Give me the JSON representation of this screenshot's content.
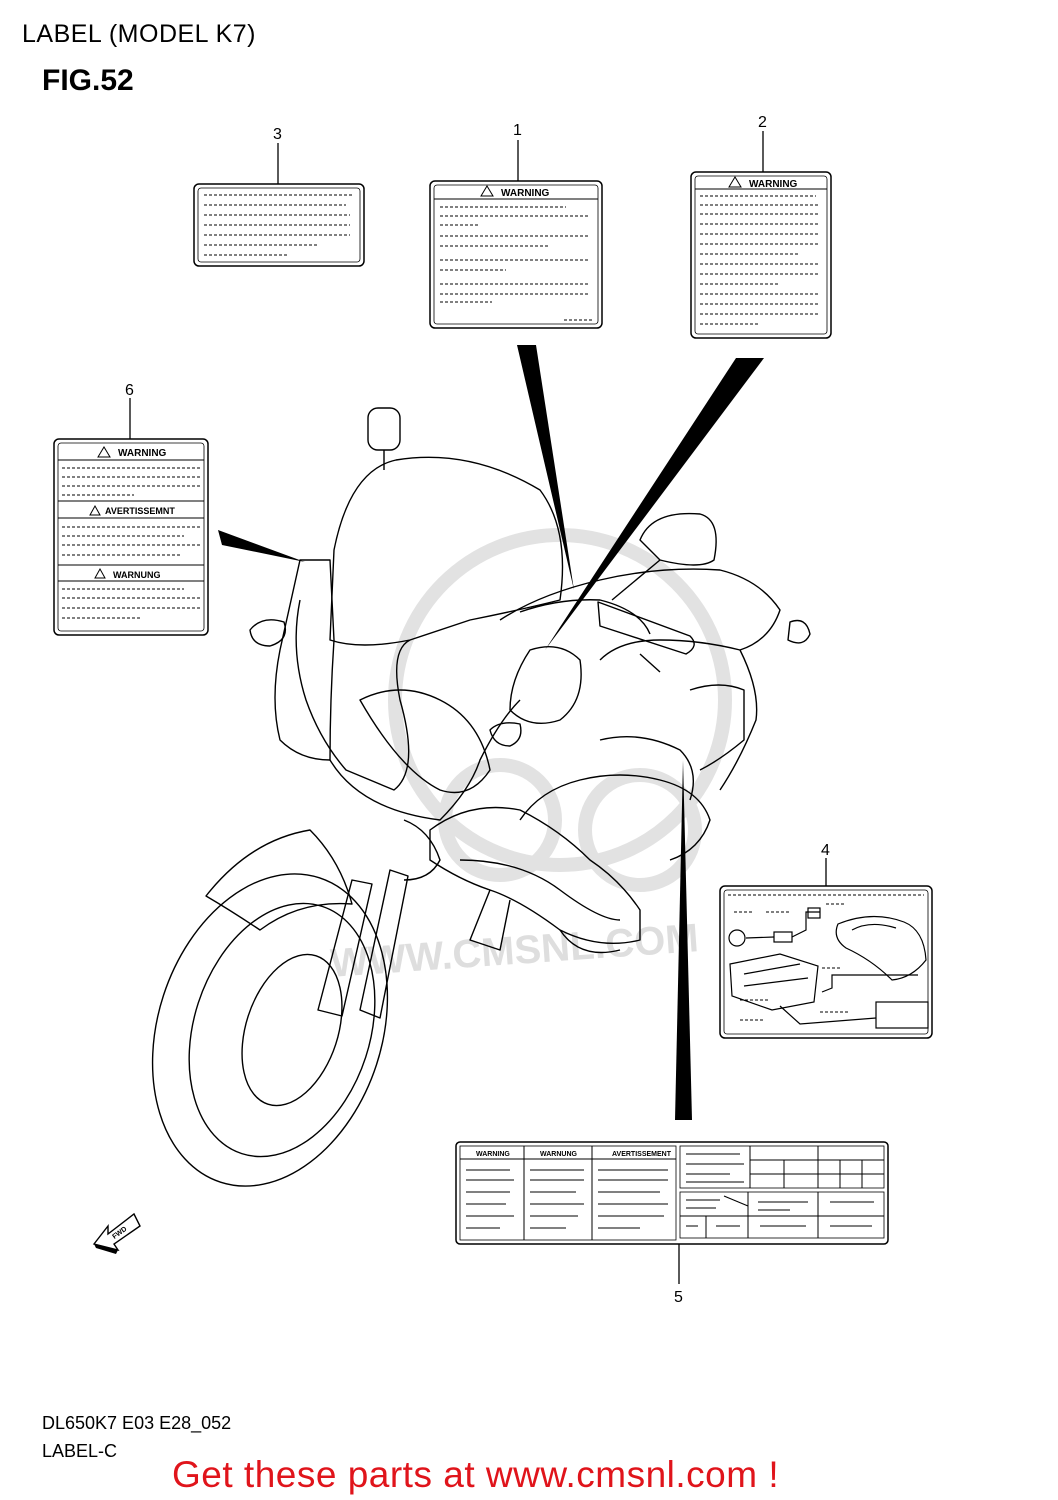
{
  "header": {
    "title": "LABEL (MODEL K7)",
    "figure": "FIG.52"
  },
  "callouts": [
    "1",
    "2",
    "3",
    "4",
    "5",
    "6"
  ],
  "labels": {
    "warning": "WARNING",
    "avertissement": "AVERTISSEMNT",
    "warnung": "WARNUNG",
    "avertissement_long": "AVERTISSEMENT",
    "fwd": "FWD"
  },
  "watermark": {
    "text": "WWW.CMSNL.COM"
  },
  "footer": {
    "code": "DL650K7 E03 E28_052",
    "sub": "LABEL-C",
    "promo": "Get these parts at www.cmsnl.com !"
  },
  "colors": {
    "promo": "#e0141b",
    "line": "#000000",
    "watermark": "#dcdcdc"
  }
}
